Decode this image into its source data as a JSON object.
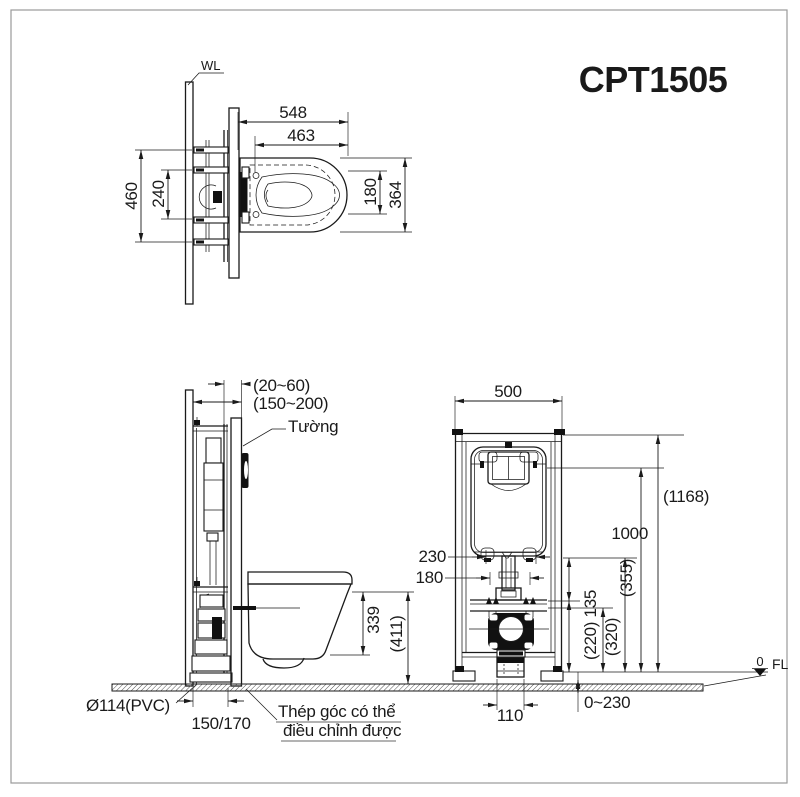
{
  "title": "CPT1505",
  "colors": {
    "line": "#1a1a1a",
    "border": "#9a9a9a",
    "solid_fill": "#111111"
  },
  "top_view": {
    "water_line_label": "WL",
    "dim_total_depth": "548",
    "dim_seat_depth": "463",
    "dim_bracket_span": "460",
    "dim_bracket_inner": "240",
    "dim_seat_width": "180",
    "dim_bowl_width": "364"
  },
  "install_view": {
    "dim_gap": "(20~60)",
    "dim_wall_range": "(150~200)",
    "wall_label": "Tường",
    "dim_frame_width": "500",
    "dim_total_height": "(1168)",
    "dim_plate_height": "1000",
    "dim_supply_height": "(355)",
    "dim_outlet_height": "(320)",
    "dim_outlet_pair": "(220) 135",
    "dim_bowl_height": "339",
    "dim_bowl_floor": "(411)",
    "dim_pipe": "Ø114(PVC)",
    "dim_frame_depth": "150/170",
    "note_line1": "Thép góc có thể",
    "note_line2": "điều chỉnh được",
    "dim_pipes_230": "230",
    "dim_pipes_180": "180",
    "dim_outlet_width": "110",
    "dim_floor_range": "0~230",
    "datum_zero": "0",
    "floor_label": "FL"
  }
}
